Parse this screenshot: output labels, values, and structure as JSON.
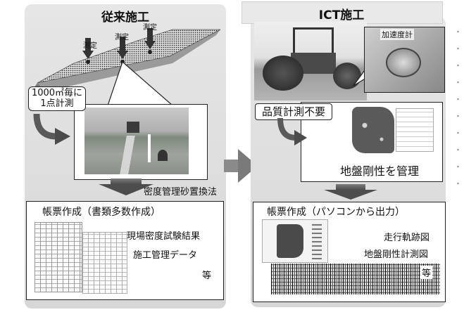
{
  "left": {
    "title": "従来施工",
    "measure_labels": [
      "測定",
      "測定",
      "測定"
    ],
    "callout": [
      "1000㎡毎に",
      "1点計測"
    ],
    "method": "密度管理砂置換法",
    "report_title": "帳票作成（書類多数作成）",
    "report_items": [
      "現場密度試験結果",
      "施工管理データ",
      "等"
    ]
  },
  "right": {
    "title": "ICT施工",
    "accelerometer": "加速度計",
    "callout": "品質計測不要",
    "ground_stiffness": "地盤剛性を管理",
    "report_title": "帳票作成（パソコンから出力）",
    "report_items": [
      "走行軌跡図",
      "地盤剛性計測図",
      "等"
    ]
  }
}
